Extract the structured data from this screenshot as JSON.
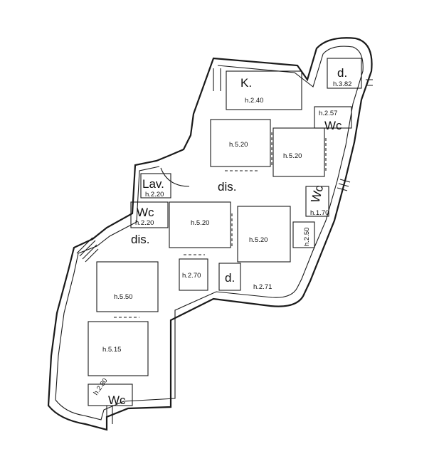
{
  "labels": {
    "kitchen": "K.",
    "deposit_top": "d.",
    "deposit_mid": "d.",
    "wc_top": "Wc",
    "wc_right": "Wc",
    "wc_left": "Wc",
    "wc_bottom": "Wc",
    "laundry": "Lav.",
    "dis_1": "dis.",
    "dis_2": "dis."
  },
  "heights": {
    "kitchen": "h.2.40",
    "deposit_top": "h.3.82",
    "wc_top": "h.2.57",
    "room_a": "h.5.20",
    "room_b": "h.5.20",
    "laundry": "h.2.20",
    "wc_left": "h.2.20",
    "wc_right": "h.1.70",
    "center": "h.5.20",
    "right_large": "h.5.20",
    "small_right": "h.2.50",
    "small_mid": "h.2.70",
    "deposit_mid": "h.2.71",
    "left_large": "h.5.50",
    "bottom_large": "h.5.15",
    "wc_bottom": "h.2.80"
  }
}
